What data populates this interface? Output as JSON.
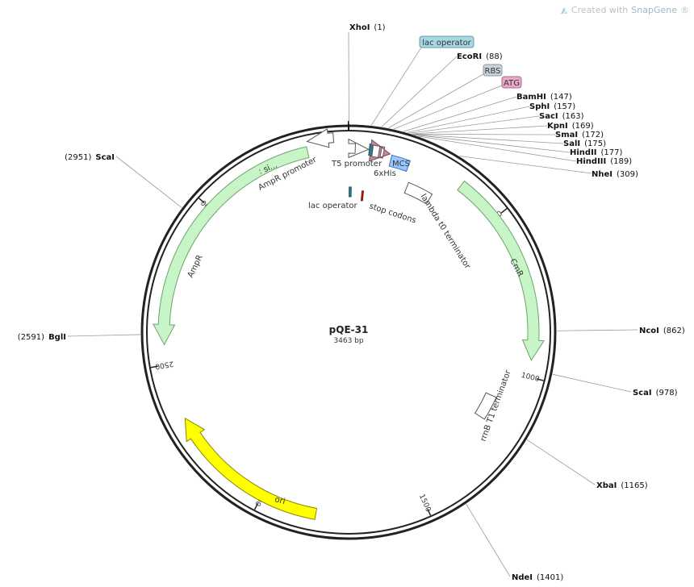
{
  "watermark": {
    "prefix": "Created with ",
    "brand": "SnapGene",
    "mark": "®",
    "icon": "snapgene-logo-icon"
  },
  "plasmid": {
    "name": "pQE-31",
    "length_label": "3463 bp",
    "length": 3463
  },
  "colors": {
    "backbone": "#222222",
    "resistance": "#c8f5c8",
    "resistance_stroke": "#6aa56a",
    "ori": "#ffff00",
    "ori_stroke": "#888800",
    "promoter": "#ffffff",
    "terminator": "#ffffff",
    "lac_operator": "#2f7c8a",
    "his_tag": "#c08aa0",
    "mcs": "#99c7ff",
    "stop": "#cc2222",
    "leader": "#9a9a9a",
    "pill_lac": "#a7d9e3",
    "pill_rbs": "#c9d3dc",
    "pill_atg": "#e8a8c8"
  },
  "sites": [
    {
      "name": "XhoI",
      "pos_label": "(1)",
      "pos": 1
    },
    {
      "name": "EcoRI",
      "pos_label": "(88)",
      "pos": 88
    },
    {
      "name": "BamHI",
      "pos_label": "(147)",
      "pos": 147
    },
    {
      "name": "SphI",
      "pos_label": "(157)",
      "pos": 157
    },
    {
      "name": "SacI",
      "pos_label": "(163)",
      "pos": 163
    },
    {
      "name": "KpnI",
      "pos_label": "(169)",
      "pos": 169
    },
    {
      "name": "SmaI",
      "pos_label": "(172)",
      "pos": 172
    },
    {
      "name": "SalI",
      "pos_label": "(175)",
      "pos": 175
    },
    {
      "name": "HindII",
      "pos_label": "(177)",
      "pos": 177
    },
    {
      "name": "HindIII",
      "pos_label": "(189)",
      "pos": 189
    },
    {
      "name": "NheI",
      "pos_label": "(309)",
      "pos": 309
    },
    {
      "name": "NcoI",
      "pos_label": "(862)",
      "pos": 862
    },
    {
      "name": "ScaI",
      "pos_label": "(978)",
      "pos": 978
    },
    {
      "name": "XbaI",
      "pos_label": "(1165)",
      "pos": 1165
    },
    {
      "name": "NdeI",
      "pos_label": "(1401)",
      "pos": 1401
    },
    {
      "name": "BglI",
      "pos_label": "(2591)",
      "pos": 2591
    },
    {
      "name": "ScaI",
      "pos_label": "(2951)",
      "pos": 2951
    }
  ],
  "feature_callouts": [
    {
      "label": "lac operator",
      "pos": 60,
      "color_key": "pill_lac"
    },
    {
      "label": "RBS",
      "pos": 106,
      "color_key": "pill_rbs"
    },
    {
      "label": "ATG",
      "pos": 120,
      "color_key": "pill_atg"
    }
  ],
  "features": [
    {
      "label": "T5 promoter",
      "type": "promoter"
    },
    {
      "label": "6xHis",
      "type": "his"
    },
    {
      "label": "MCS",
      "type": "mcs"
    },
    {
      "label": "lambda t0 terminator",
      "type": "terminator"
    },
    {
      "label": "lac operator",
      "type": "lac"
    },
    {
      "label": "stop codons",
      "type": "stop"
    },
    {
      "label": "CmR",
      "type": "resistance"
    },
    {
      "label": "rrnB T1 terminator",
      "type": "terminator"
    },
    {
      "label": "ori",
      "type": "ori"
    },
    {
      "label": "AmpR",
      "type": "resistance"
    },
    {
      "label": "AmpR promoter",
      "type": "promoter"
    },
    {
      "label": ": si...",
      "type": "resistance"
    }
  ],
  "ticks": [
    {
      "label": "500",
      "pos": 500
    },
    {
      "label": "1000",
      "pos": 1000
    },
    {
      "label": "1500",
      "pos": 1500
    },
    {
      "label": "2000",
      "pos": 2000
    },
    {
      "label": "2500",
      "pos": 2500
    },
    {
      "label": "3000",
      "pos": 3000
    }
  ]
}
